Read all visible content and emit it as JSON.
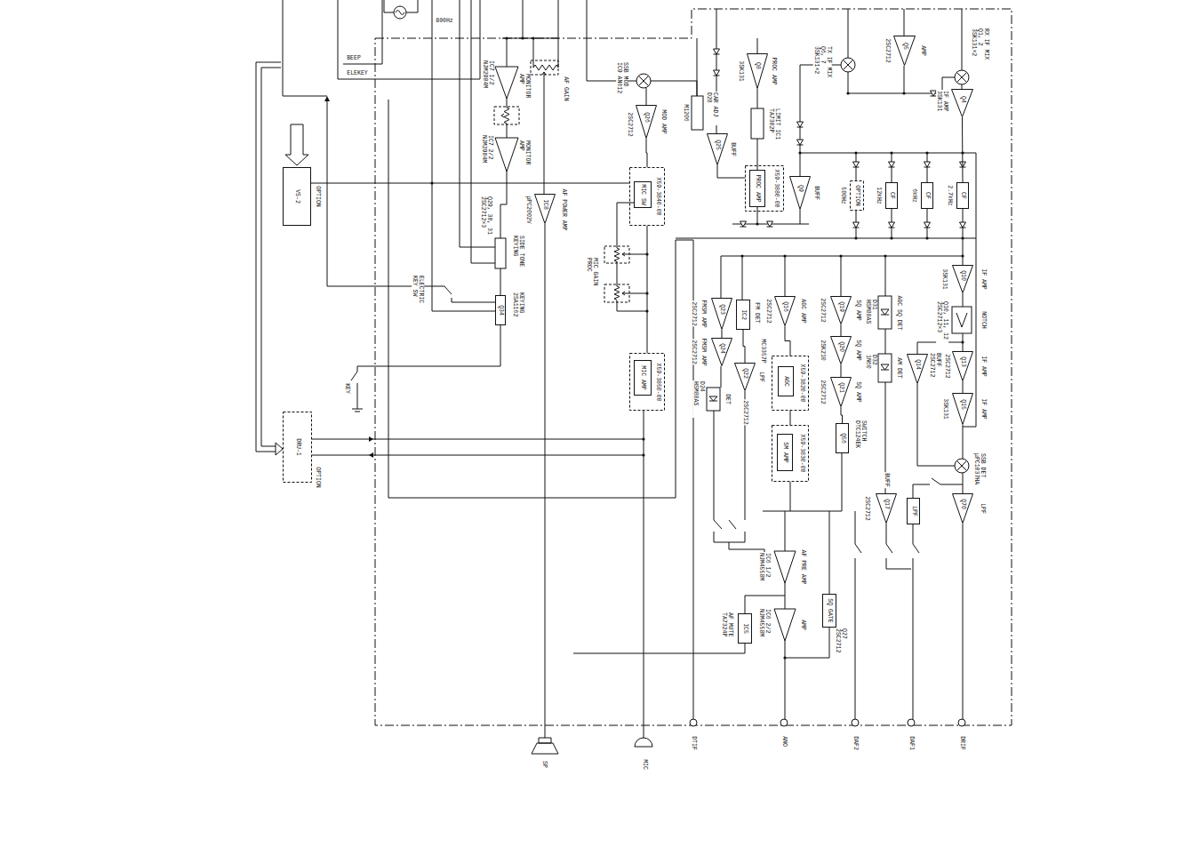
{
  "diagram": {
    "nodes": [
      {
        "text": [
          "VS-2"
        ]
      },
      {
        "text": [
          "DRU-1"
        ]
      },
      {
        "text": [
          "Q34"
        ]
      },
      {
        "text": [
          "IC8"
        ]
      },
      {
        "text": [
          "Q26"
        ]
      },
      {
        "text": [
          "X59-3840-00"
        ]
      },
      {
        "text": [
          "MIC SW"
        ],
        "in": 5
      },
      {
        "text": [
          "X59-3850-00"
        ]
      },
      {
        "text": [
          "MIC AMP"
        ],
        "in": 7
      },
      {
        "text": [
          "Q25"
        ]
      },
      {
        "text": [
          "Q8"
        ]
      },
      {
        "text": [
          "X59-3880-00"
        ]
      },
      {
        "text": [
          "PROC AMP"
        ],
        "in": 11
      },
      {
        "text": [
          "Q9"
        ]
      },
      {
        "text": [
          "Q5"
        ]
      },
      {
        "text": [
          "Q4"
        ]
      },
      {
        "text": [
          "OPTION"
        ]
      },
      {
        "text": [
          "CF"
        ]
      },
      {
        "text": [
          "CF"
        ]
      },
      {
        "text": [
          "CF"
        ]
      },
      {
        "text": [
          "Q10"
        ]
      },
      {
        "text": [
          "Q13"
        ]
      },
      {
        "text": [
          "Q15"
        ]
      },
      {
        "text": [
          "Q14"
        ]
      },
      {
        "text": [
          "Q70"
        ]
      },
      {
        "text": [
          "LPF"
        ]
      },
      {
        "text": [
          "Q17"
        ]
      },
      {
        "text": [
          "Q19"
        ]
      },
      {
        "text": [
          "Q20"
        ]
      },
      {
        "text": [
          "Q21"
        ]
      },
      {
        "text": [
          "Q56"
        ]
      },
      {
        "text": [
          "Q16"
        ]
      },
      {
        "text": [
          "X59-3820-00"
        ]
      },
      {
        "text": [
          "AGC"
        ],
        "in": 32
      },
      {
        "text": [
          "X59-3830-00"
        ]
      },
      {
        "text": [
          "SM AMP"
        ],
        "in": 34
      },
      {
        "text": [
          "Q23"
        ]
      },
      {
        "text": [
          "Q24"
        ]
      },
      {
        "text": [
          "IC2"
        ]
      },
      {
        "text": [
          "Q22"
        ]
      },
      {
        "text": [
          "IC5"
        ]
      },
      {
        "text": [
          "SQ GATE"
        ]
      }
    ],
    "edges": [
      {
        "from": 7,
        "to": 5,
        "arrow": "none"
      },
      {
        "from": 5,
        "to": 4,
        "arrow": "none"
      },
      {
        "from": 15,
        "to": 19,
        "arrow": "none"
      },
      {
        "from": 21,
        "to": 22,
        "arrow": "none"
      },
      {
        "from": 27,
        "to": 28,
        "arrow": "none"
      },
      {
        "from": 28,
        "to": 29,
        "arrow": "none"
      },
      {
        "from": 29,
        "to": 30,
        "arrow": "none"
      },
      {
        "from": 36,
        "to": 37,
        "arrow": "none"
      },
      {
        "from": 31,
        "to": 32,
        "arrow": "none"
      },
      {
        "from": 38,
        "to": 39,
        "arrow": "none"
      }
    ],
    "labels": [
      "BEEP",
      "ELEKEY",
      "800Hz",
      "OPTION",
      "OPTION",
      "ELECTRIC KEY SW",
      "KEY",
      "SIDE TONE KEYING",
      "KEYING 2SA1162",
      "IC7 1/2 NJM2904M",
      "MONITOR AMP",
      "IC7 2/2 NJM2904M",
      "MONITOR AMP",
      "Q29, 30, 31 2SC2712×3",
      "AF GAIN",
      "μPC2002V",
      "AF POWER AMP",
      "SP",
      "MIC",
      "SSB MOD IC9 AN612",
      "MOD AMP",
      "2SC2712",
      "MIC GAIN PROC",
      "M1206",
      "CAR ADJ D28",
      "BUFF",
      "PROC AMP",
      "3SK131",
      "LIMIT IC1 TA7302P",
      "TX IF MIX Q6, 7 3SK131×2",
      "AMP",
      "2SC2712",
      "RX IF MIX Q1, 2 3SK131×2",
      "IF AMP 3SK131",
      "500Hz",
      "12kHz",
      "6kHz",
      "2.7kHz",
      "BUFF",
      "3SK131",
      "IF AMP",
      "Q10, 11, 12 2SC2712×3",
      "NOTCH",
      "2SC2712",
      "IF AMP",
      "3SK131",
      "IF AMP",
      "SSB DET μPC1037HA",
      "LPF",
      "BUFF 2SC2712",
      "AGC SQ DET",
      "D31 HSM88AS",
      "AM DET",
      "D32 1N60",
      "2SC2712",
      "BUFF",
      "SQ AMP",
      "2SC2712",
      "SQ AMP",
      "2SK210",
      "SQ AMP",
      "2SC2712",
      "SWITCH DTC124EK",
      "AGC AMP",
      "2SC2712",
      "FM DET",
      "MC3357P",
      "FMSM AMP",
      "2SC2712",
      "FMSM AMP",
      "2SC2712",
      "DET",
      "D24 HSM88AS",
      "LPF",
      "2SC2712",
      "AF PRE AMP",
      "IC6 1/2 NJM4558M",
      "AMP",
      "IC6 2/2 NJM4558M",
      "AF MUTE TA7324P",
      "Q27 2SC2712",
      "DTIF",
      "ANO",
      "DAF2",
      "DAF1",
      "DRIF"
    ]
  }
}
